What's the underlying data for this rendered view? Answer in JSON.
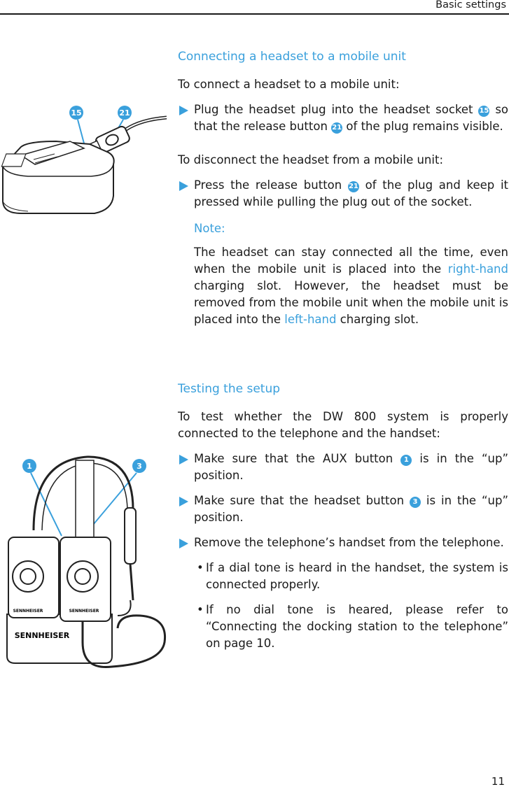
{
  "header": {
    "section": "Basic settings"
  },
  "page_number": "11",
  "accent_color": "#3aa0dc",
  "section1": {
    "heading": "Connecting a headset to a mobile unit",
    "intro": "To connect a headset to a mobile unit:",
    "step1": {
      "a": "Plug the headset plug into the headset socket",
      "b": "so that the release button",
      "c": "of the plug remains visible."
    },
    "disconnect_intro": "To disconnect the headset from a mobile unit:",
    "step2": {
      "a": "Press the release button",
      "b": "of the plug and keep it pressed while pulling the plug out of the socket."
    },
    "note_title": "Note:",
    "note": {
      "a": "The headset can stay connected all the time, even when the mobile unit is placed into the",
      "right_hand": "right-hand",
      "b": "charging slot. However, the headset must be removed from the mobile unit when the mobile unit is placed into the",
      "left_hand": "left-hand",
      "c": "charging slot."
    }
  },
  "section2": {
    "heading": "Testing the setup",
    "intro": "To test whether the DW 800 system is properly connected to the telephone and the handset:",
    "step1": {
      "a": "Make sure that the AUX button",
      "b": "is in the “up” position."
    },
    "step2": {
      "a": "Make sure that the headset button",
      "b": "is in the “up” position."
    },
    "step3": "Remove the telephone’s handset from the telephone.",
    "bullet1": "If a dial tone is heard in the handset, the system is connected properly.",
    "bullet2": "If no dial tone is heared, please refer to “Connecting the docking station to the telephone” on page 10."
  },
  "badges": {
    "b15": "15",
    "b21": "21",
    "b1": "1",
    "b3": "3"
  },
  "figures": {
    "fig1_brand": "",
    "fig2_brand_1": "SENNHEISER",
    "fig2_brand_2": "SENNHEISER",
    "fig2_brand_main": "SENNHEISER"
  }
}
